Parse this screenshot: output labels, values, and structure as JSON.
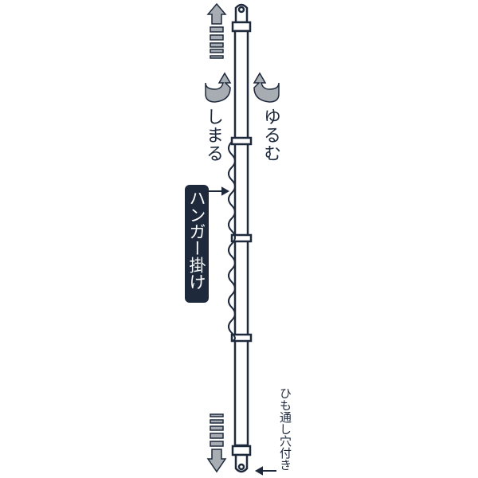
{
  "labels": {
    "tighten": "しまる",
    "loosen": "ゆるむ",
    "hanger_hook": "ハンガー掛け",
    "string_hole": "ひも通し穴付き"
  },
  "colors": {
    "ink": "#1e2a3c",
    "gray": "#a8adb3"
  }
}
